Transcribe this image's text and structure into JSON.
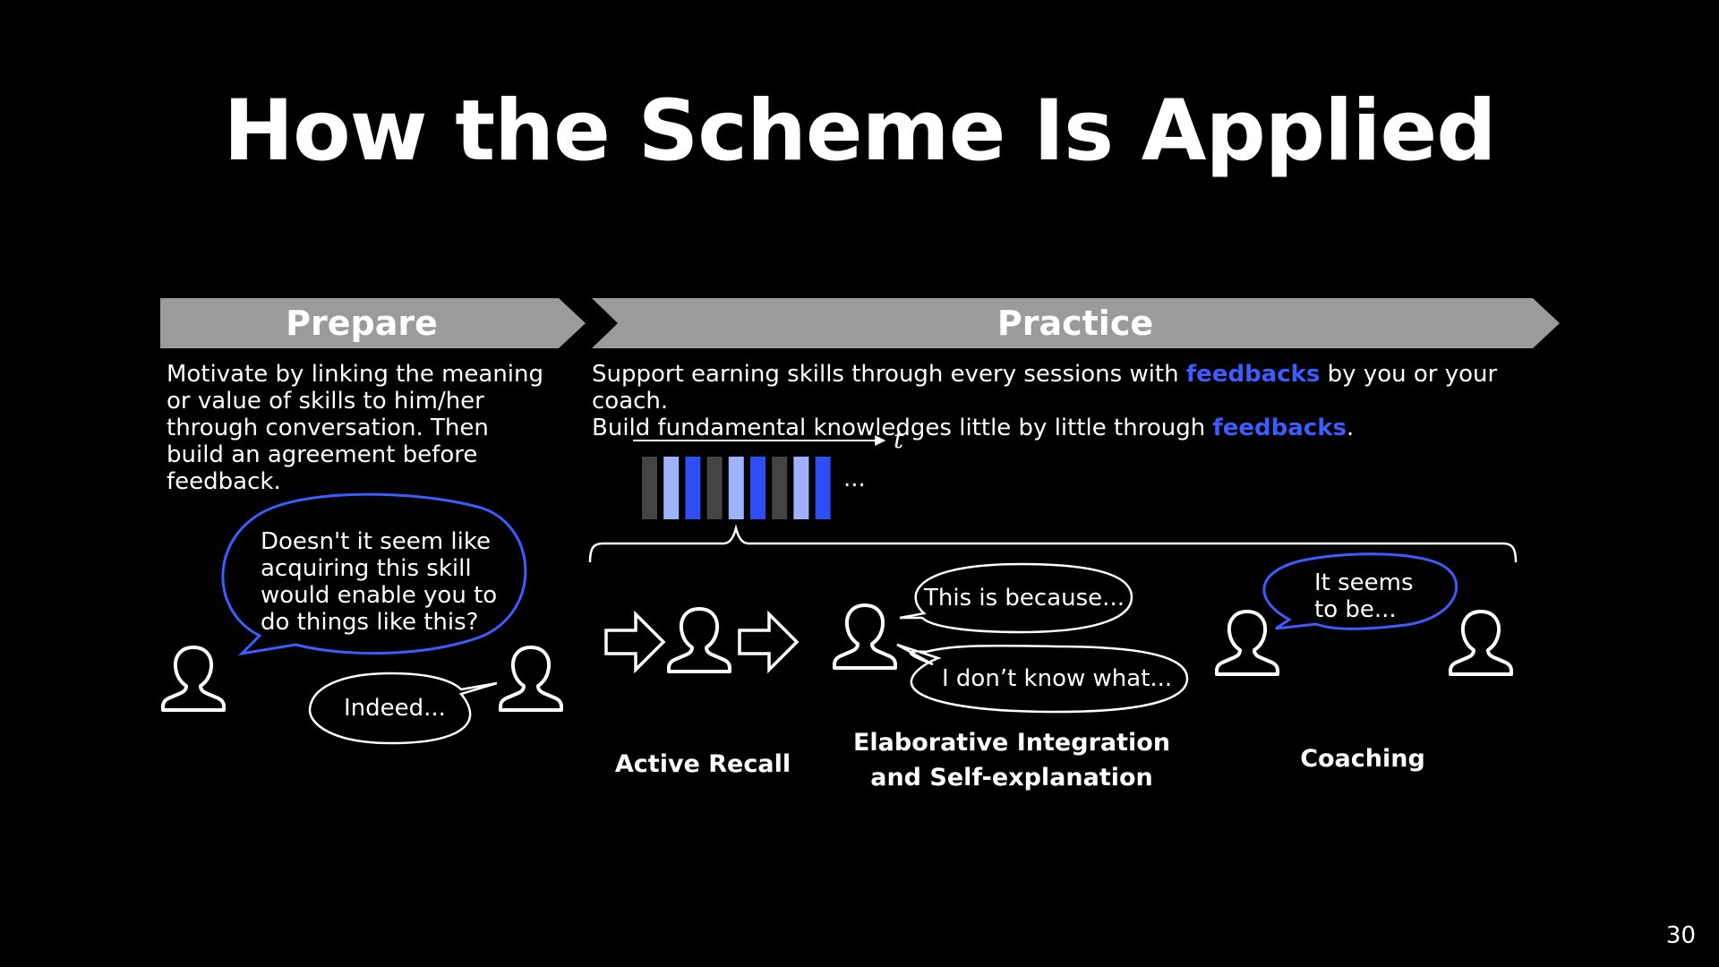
{
  "title": "How the Scheme Is Applied",
  "page_number": "30",
  "colors": {
    "banner": "#9b9b9b",
    "accent_blue": "#3d5cff",
    "bar_dark_gray": "#444444",
    "bar_light_blue": "#9fb2ff",
    "bar_blue": "#2f4df5"
  },
  "prepare": {
    "label": "Prepare",
    "description": "Motivate by linking the meaning or value of skills to him/her through conversation. Then build an agreement before feedback.",
    "bubble_question": "Doesn't it seem like acquiring this skill would enable you to do things like this?",
    "bubble_answer": "Indeed..."
  },
  "practice": {
    "label": "Practice",
    "line1_pre": "Support earning skills through every sessions with ",
    "line1_hl": "feedbacks",
    "line1_post": " by you or your coach.",
    "line2_pre": "Build fundamental knowledges little by little through ",
    "line2_hl": "feedbacks",
    "line2_post": ".",
    "time_label": "t",
    "bars": [
      "dark-gray",
      "light-blue",
      "blue",
      "dark-gray",
      "light-blue",
      "blue",
      "dark-gray",
      "light-blue",
      "blue"
    ],
    "ellipsis": "...",
    "active_recall_label": "Active Recall",
    "elaborative_line1": "Elaborative Integration",
    "elaborative_line2": "and Self-explanation",
    "bubble_because": "This is because...",
    "bubble_dont_know": "I don’t know what...",
    "coaching_label": "Coaching",
    "bubble_coach_line1": "It seems",
    "bubble_coach_line2": "to be..."
  }
}
